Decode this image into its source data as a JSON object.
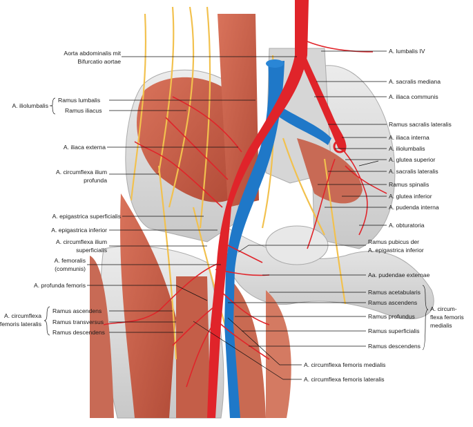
{
  "colors": {
    "artery": "#e0242a",
    "vein": "#1f78c8",
    "nerve": "#f2c14e",
    "muscle": "#c9604a",
    "bone": "#d9d9d9",
    "leader": "#111111"
  },
  "labels": {
    "aorta_1": "Aorta abdominalis mit",
    "aorta_2": "Bifurcatio aortae",
    "iliolumbalis_group": "A. iliolumbalis",
    "ramus_lumbalis": "Ramus lumbalis",
    "ramus_iliacus": "Ramus iliacus",
    "iliaca_externa": "A. iliaca externa",
    "circ_ilium_prof_1": "A. circumflexa ilium",
    "circ_ilium_prof_2": "profunda",
    "epigastrica_superficialis": "A. epigastrica superficialis",
    "epigastrica_inferior": "A. epigastrica inferior",
    "circ_ilium_sup_1": "A. circumflexa ilium",
    "circ_ilium_sup_2": "superficialis",
    "femoralis_1": "A. femoralis",
    "femoralis_2": "(communis)",
    "profunda_femoris": "A. profunda femoris",
    "circ_lat_group_1": "A. circumflexa",
    "circ_lat_group_2": "femoris lateralis",
    "l_ramus_ascendens": "Ramus ascendens",
    "l_ramus_transversus": "Ramus transversus",
    "l_ramus_descendens": "Ramus descendens",
    "lumbalis_iv": "A. lumbalis IV",
    "sacralis_mediana": "A. sacralis mediana",
    "iliaca_communis": "A. iliaca communis",
    "ramus_sacralis_lateralis": "Ramus sacralis lateralis",
    "iliaca_interna": "A. iliaca interna",
    "r_iliolumbalis": "A. iliolumbalis",
    "glutea_superior": "A. glutea superior",
    "sacralis_lateralis": "A. sacralis lateralis",
    "ramus_spinalis": "Ramus spinalis",
    "glutea_inferior": "A. glutea inferior",
    "pudenda_interna": "A. pudenda interna",
    "obturatoria": "A. obturatoria",
    "pubicus_1": "Ramus pubicus der",
    "pubicus_2": "A. epigastrica inferior",
    "pudendae_externae": "Aa. pudendae externae",
    "r_ramus_acetabularis": "Ramus acetabularis",
    "r_ramus_ascendens": "Ramus ascendens",
    "r_ramus_profundus": "Ramus profundus",
    "r_ramus_superficialis": "Ramus superficialis",
    "r_ramus_descendens": "Ramus descendens",
    "circ_med_group_1": "A. circum-",
    "circ_med_group_2": "flexa femoris",
    "circ_med_group_3": "medialis",
    "bottom_medialis": "A. circumflexa femoris medialis",
    "bottom_lateralis": "A. circumflexa femoris lateralis"
  }
}
